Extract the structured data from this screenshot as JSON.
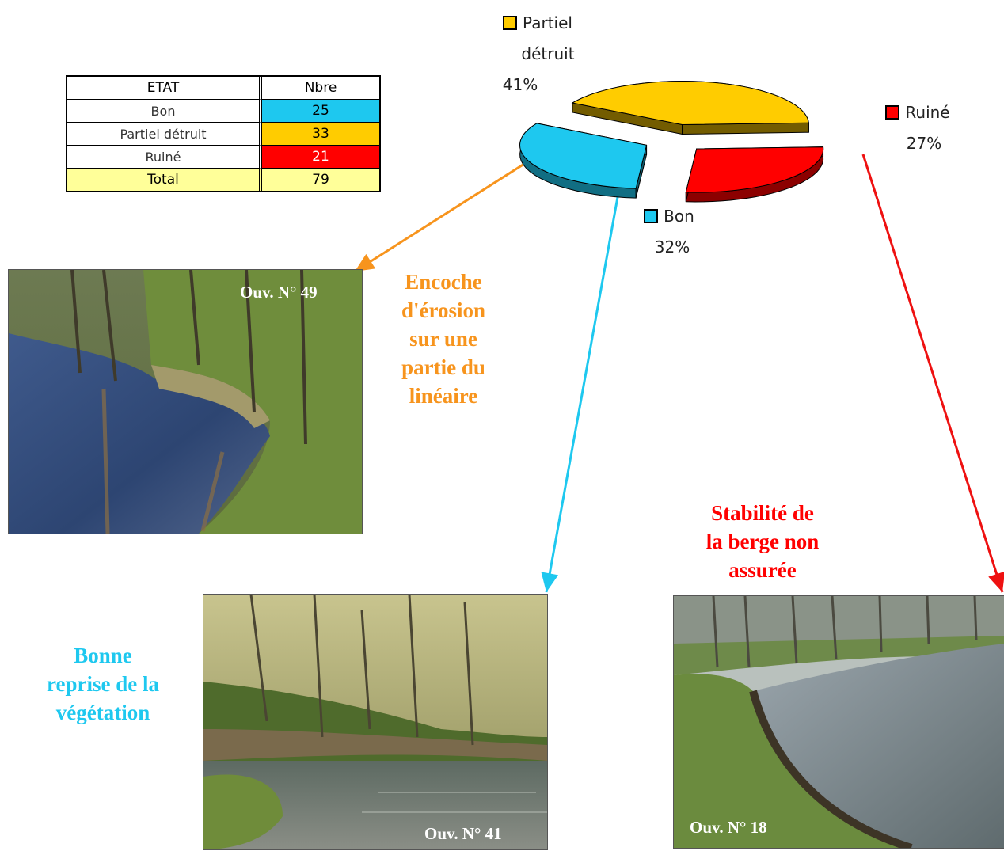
{
  "table": {
    "headers": [
      "ETAT",
      "Nbre"
    ],
    "rows": [
      {
        "etat": "Bon",
        "nbre": "25",
        "color": "#1ec8ef"
      },
      {
        "etat": "Partiel détruit",
        "nbre": "33",
        "color": "#ffcc00"
      },
      {
        "etat": "Ruiné",
        "nbre": "21",
        "color": "#ff0000"
      }
    ],
    "total": {
      "label": "Total",
      "value": "79"
    }
  },
  "chart_data": {
    "type": "pie",
    "categories": [
      "Partiel détruit",
      "Ruiné",
      "Bon"
    ],
    "values": [
      41,
      27,
      32
    ],
    "value_labels": [
      "41%",
      "27%",
      "32%"
    ],
    "colors": [
      "#ffcc00",
      "#ff0000",
      "#1ec8ef"
    ],
    "legend": {
      "partiel_line1": "Partiel",
      "partiel_line2": "détruit",
      "partiel_pct": "41%",
      "ruine": "Ruiné",
      "ruine_pct": "27%",
      "bon": "Bon",
      "bon_pct": "32%"
    },
    "title": "",
    "exploded": true
  },
  "captions": {
    "erosion": [
      "Encoche",
      "d'érosion",
      "sur une",
      "partie du",
      "linéaire"
    ],
    "erosion_color": "#f7941d",
    "vegetation": [
      "Bonne",
      "reprise de la",
      "végétation"
    ],
    "vegetation_color": "#1ec8ef",
    "stabilite": [
      "Stabilité de",
      "la berge non",
      "assurée"
    ],
    "stabilite_color": "#ff0000"
  },
  "photos": {
    "p49": "Ouv. N° 49",
    "p41": "Ouv. N° 41",
    "p18": "Ouv. N° 18"
  },
  "arrow_colors": {
    "orange": "#f7941d",
    "blue": "#1ec8ef",
    "red": "#ee1111"
  }
}
